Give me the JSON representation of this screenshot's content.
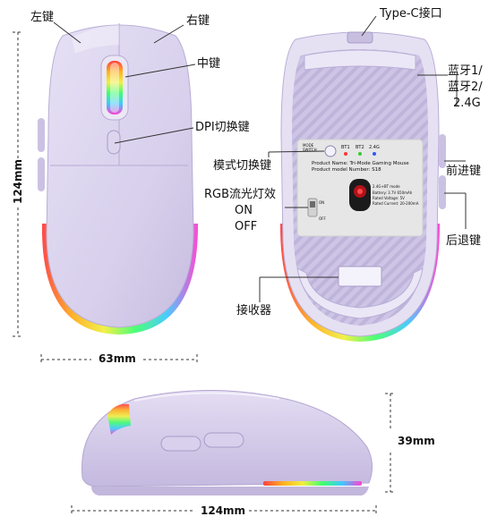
{
  "labels": {
    "left_key": "左键",
    "right_key": "右键",
    "middle_key": "中键",
    "dpi_key": "DPI切换键",
    "type_c": "Type-C接口",
    "bluetooth1": "蓝牙1/",
    "bluetooth2": "蓝牙2/",
    "wifi24": "2.4G",
    "mode_switch": "模式切换键",
    "rgb_light": "RGB流光灯效",
    "on": "ON",
    "off": "OFF",
    "forward_key": "前进键",
    "back_key": "后退键",
    "receiver": "接收器"
  },
  "dimensions": {
    "length_vertical": "124mm",
    "width": "63mm",
    "height": "39mm",
    "length_horizontal": "124mm"
  },
  "sticker": {
    "mode_switch": "MODE SWITCH",
    "bt1": "BT1",
    "bt2": "BT2",
    "g24": "2.4G",
    "product_name": "Product Name: Tri-Mode Gaming Mouse",
    "model_number": "Product model Number: S18",
    "spec_title": "2.4G+BT mode",
    "battery": "Battery: 3.7V 650mAh",
    "rated_voltage": "Rated Voltage: 5V",
    "rated_current": "Rated Current: 20-200mA",
    "on_small": "ON",
    "off_small": "OFF"
  },
  "colors": {
    "body": "#d9d2ec",
    "body_shadow": "#c3b8de",
    "rgb": [
      "#ff3b3b",
      "#ffb020",
      "#ffe53b",
      "#3bff6b",
      "#3bc8ff",
      "#7a5bff",
      "#ff3bd1"
    ]
  }
}
